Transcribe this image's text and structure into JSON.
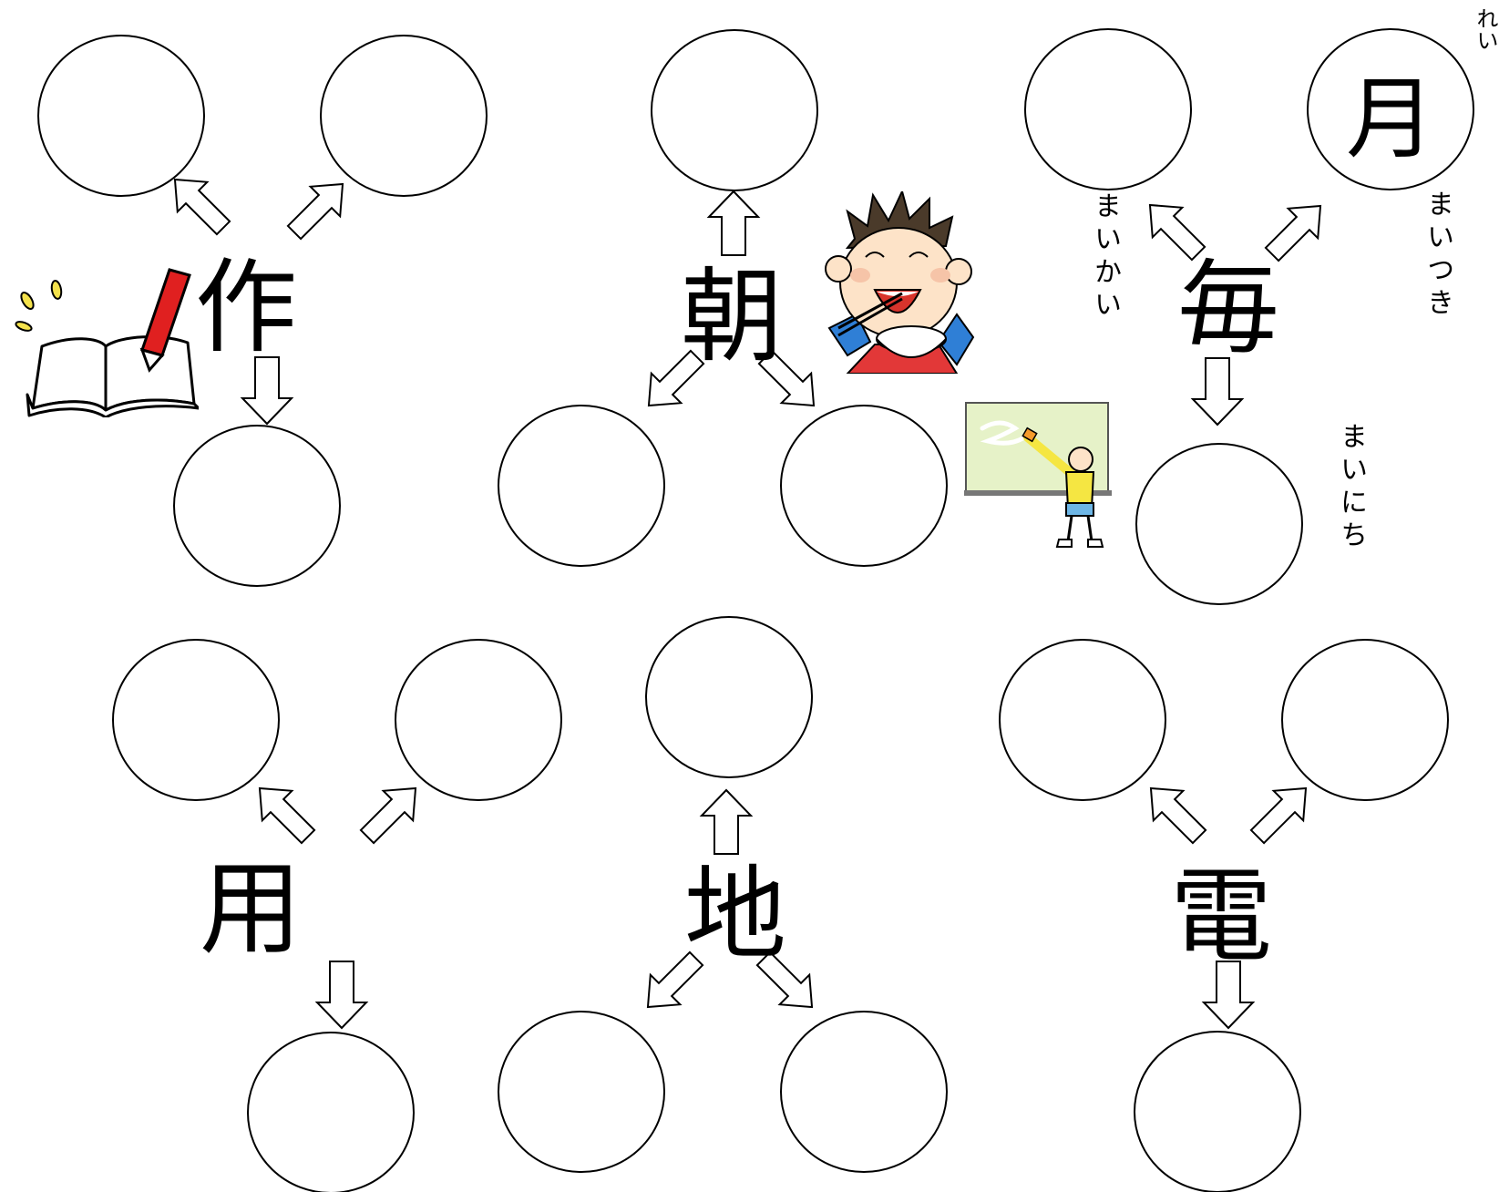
{
  "clusters": [
    {
      "kanji": "作"
    },
    {
      "kanji": "朝"
    },
    {
      "kanji": "毎"
    },
    {
      "kanji": "用"
    },
    {
      "kanji": "地"
    },
    {
      "kanji": "電"
    }
  ],
  "example": {
    "label": "れい",
    "filled_kanji": "月",
    "readings": [
      "まいかい",
      "まいつき",
      "まいにち"
    ]
  },
  "icons": [
    "notebook-pencil-icon",
    "boy-eating-rice-icon",
    "child-at-blackboard-icon"
  ],
  "colors": {
    "pencil": "#e02020",
    "shirt": "#2f7fd6",
    "board": "#e6f2c8",
    "kid_shirt": "#f5e642"
  }
}
